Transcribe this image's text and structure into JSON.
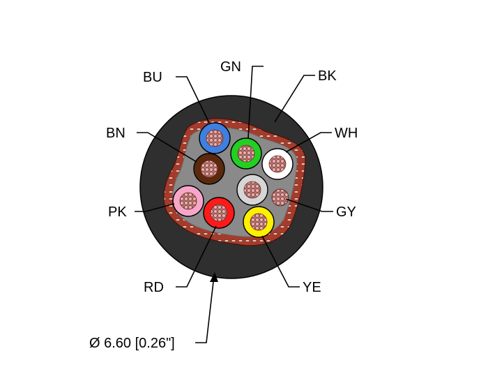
{
  "diagram": {
    "labels": {
      "BU": "BU",
      "GN": "GN",
      "BK": "BK",
      "WH": "WH",
      "BN": "BN",
      "PK": "PK",
      "GY": "GY",
      "RD": "RD",
      "YE": "YE",
      "diameter": "Ø 6.60 [0.26\"]"
    },
    "colors": {
      "jacket": "#2f2f2f",
      "inner_fill": "#8a8a8a",
      "shield": "#a23a2a",
      "copper": "#d8a29a",
      "BU": "#3f7fe0",
      "GN": "#22d022",
      "WH": "#ffffff",
      "BN": "#5b2a0e",
      "PK": "#f7a6c9",
      "GY": "#d6d6d6",
      "RD": "#ff1a1a",
      "YE": "#ffef00"
    }
  }
}
